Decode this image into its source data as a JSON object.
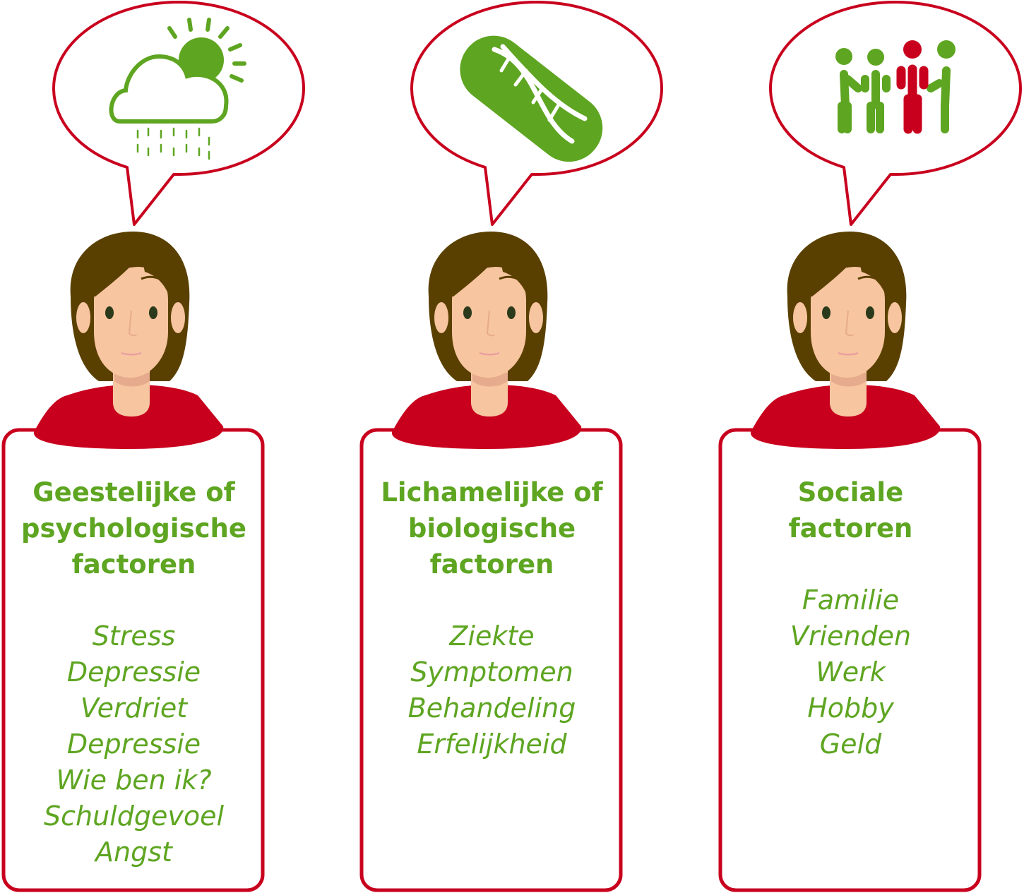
{
  "colors": {
    "green": "#5ea521",
    "red": "#c8001e",
    "hair": "#5a4000",
    "skin": "#f7c5a0"
  },
  "columns": [
    {
      "icon": "cloud-rain-sun-icon",
      "title_lines": [
        "Geestelijke of",
        "psychologische",
        "factoren"
      ],
      "items": [
        "Stress",
        "Depressie",
        "Verdriet",
        "Depressie",
        "Wie ben ik?",
        "Schuldgevoel",
        "Angst"
      ]
    },
    {
      "icon": "dna-icon",
      "title_lines": [
        "Lichamelijke of",
        "biologische",
        "factoren"
      ],
      "items": [
        "Ziekte",
        "Symptomen",
        "Behandeling",
        "Erfelijkheid"
      ]
    },
    {
      "icon": "people-group-icon",
      "title_lines": [
        "Sociale",
        "factoren"
      ],
      "items": [
        "Familie",
        "Vrienden",
        "Werk",
        "Hobby",
        "Geld"
      ]
    }
  ]
}
